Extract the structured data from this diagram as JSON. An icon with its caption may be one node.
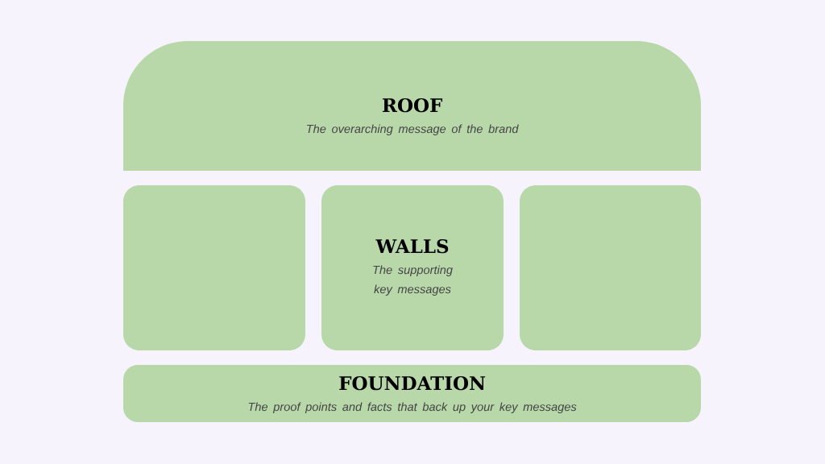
{
  "diagram": {
    "nodes": [
      {
        "text": [
          "ROOF",
          "The overarching message of the brand"
        ]
      },
      {
        "text": [],
        "shape": "box"
      },
      {
        "text": [
          "WALLS",
          "The supporting key messages"
        ]
      },
      {
        "text": [],
        "shape": "box"
      },
      {
        "text": [
          "FOUNDATION",
          "The proof points and facts that back up your key messages"
        ]
      }
    ]
  }
}
